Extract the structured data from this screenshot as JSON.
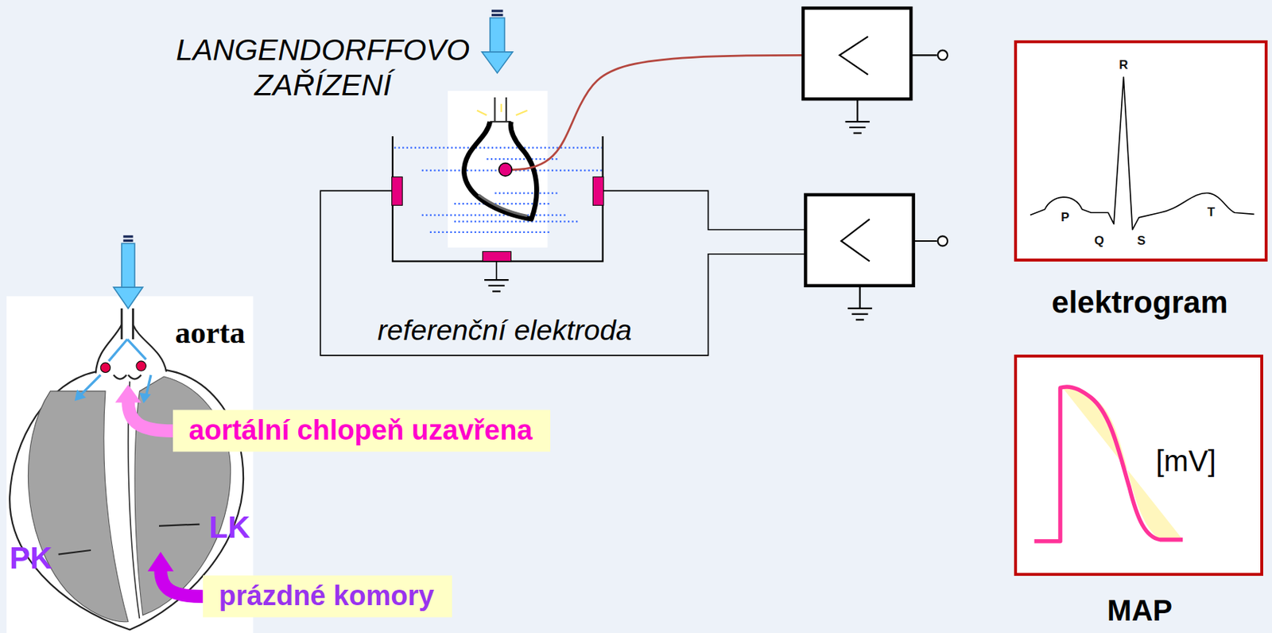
{
  "diagram": {
    "nodes": [
      {
        "text": [
          "elektrogram",
          "P",
          "Q",
          "R",
          "S",
          "T"
        ]
      },
      {
        "text": [
          "MAP",
          "[mV]"
        ]
      },
      {
        "text": [
          "aortální chlopeň uzavřena"
        ]
      },
      {
        "text": [
          "prázdné komory"
        ]
      }
    ],
    "labels": [
      "LANGENDORFFOVO ZAŘÍZENÍ",
      "referenční elektroda",
      "aorta",
      "PK",
      "LK"
    ]
  }
}
